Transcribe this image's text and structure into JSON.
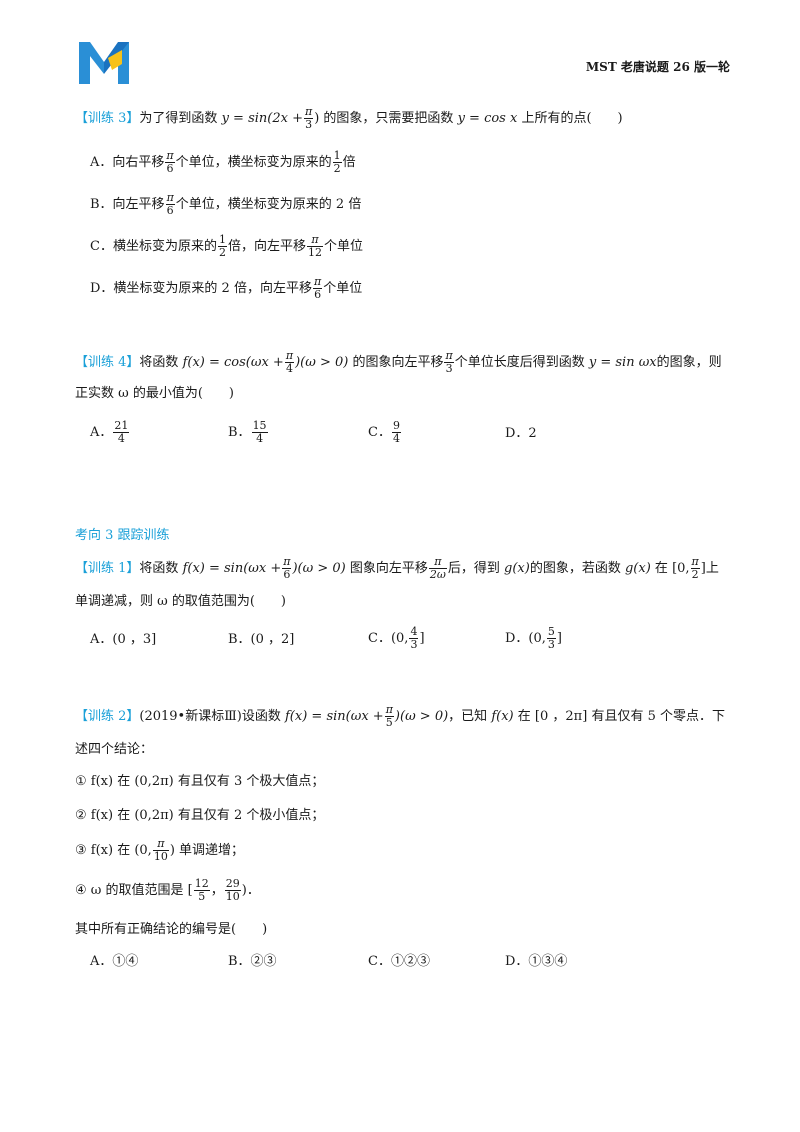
{
  "header": {
    "brand": "MST 老唐说题 26 版一轮"
  },
  "colors": {
    "accent": "#1aa0d8",
    "logo_blue": "#2a8fd6",
    "logo_yellow": "#f6c21a"
  },
  "q3": {
    "tag": "【训练 3】",
    "stem_a": "为了得到函数",
    "stem_b": "的图象，只需要把函数",
    "stem_c": "上所有的点(　　)",
    "fn1": "y = sin(2x +",
    "fn1_end": ")",
    "pi": "π",
    "three": "3",
    "fn2": "y = cos x",
    "opts": [
      {
        "a": "A．向右平移",
        "frac": [
          "π",
          "6"
        ],
        "b": "个单位，横坐标变为原来的",
        "frac2": [
          "1",
          "2"
        ],
        "c": "倍"
      },
      {
        "a": "B．向左平移",
        "frac": [
          "π",
          "6"
        ],
        "b": "个单位，横坐标变为原来的 2 倍"
      },
      {
        "a": "C．横坐标变为原来的",
        "frac": [
          "1",
          "2"
        ],
        "b": "倍，向左平移",
        "frac2": [
          "π",
          "12"
        ],
        "c": "个单位"
      },
      {
        "a": "D．横坐标变为原来的 2 倍，向左平移",
        "frac": [
          "π",
          "6"
        ],
        "b": "个单位"
      }
    ]
  },
  "q4": {
    "tag": "【训练 4】",
    "s1": "将函数",
    "fx": "f(x) = cos(ωx +",
    "pi": "π",
    "four": "4",
    "cond": ")(ω > 0)",
    "s2": "的图象向左平移",
    "three": "3",
    "s3": "个单位长度后得到函数",
    "fy": "y = sin ωx",
    "s4": "的图象，则",
    "line2": "正实数 ω 的最小值为(　　)",
    "opts": [
      {
        "label": "A．",
        "n": "21",
        "d": "4"
      },
      {
        "label": "B．",
        "n": "15",
        "d": "4"
      },
      {
        "label": "C．",
        "n": "9",
        "d": "4"
      },
      {
        "label": "D．2"
      }
    ]
  },
  "section": {
    "title": "考向 3  跟踪训练"
  },
  "t1": {
    "tag": "【训练 1】",
    "s1": "将函数",
    "fx": "f(x) = sin(ωx +",
    "pi": "π",
    "six": "6",
    "cond": ")(ω > 0)",
    "s2": "图象向左平移",
    "two_w": "2ω",
    "s3": "后，得到",
    "gx": "g(x)",
    "s4": "的图象，若函数",
    "gx2": "g(x)",
    "s5": "在",
    "int_a": "[0,",
    "two": "2",
    "int_b": "]",
    "s6": "上",
    "line2": "单调递减，则 ω 的取值范围为(　　)",
    "opts": [
      {
        "text": "A．(0 ，3]"
      },
      {
        "text": "B．(0 ，2]"
      },
      {
        "label": "C．(0,",
        "n": "4",
        "d": "3",
        "end": "]"
      },
      {
        "label": "D．(0,",
        "n": "5",
        "d": "3",
        "end": "]"
      }
    ]
  },
  "t2": {
    "tag": "【训练 2】",
    "src": "(2019•新课标Ⅲ)",
    "s1": "设函数",
    "fx": "f(x) = sin(ωx +",
    "pi": "π",
    "five": "5",
    "cond": ")(ω > 0)",
    "s2": "，已知",
    "fx2": "f(x)",
    "s3": "在",
    "interval": "[0 ，2π]",
    "s4": "有且仅有 5 个零点．下",
    "line2": "述四个结论：",
    "c1": "① f(x) 在 (0,2π) 有且仅有 3 个极大值点；",
    "c2": "② f(x) 在 (0,2π) 有且仅有 2 个极小值点；",
    "c3_a": "③ f(x) 在 (0,",
    "c3_n": "π",
    "c3_d": "10",
    "c3_b": ") 单调递增；",
    "c4_a": "④ ω 的取值范围是 [",
    "c4_n1": "12",
    "c4_d1": "5",
    "c4_mid": "，",
    "c4_n2": "29",
    "c4_d2": "10",
    "c4_b": ")．",
    "ask": "其中所有正确结论的编号是(　　)",
    "opts": [
      "A．①④",
      "B．②③",
      "C．①②③",
      "D．①③④"
    ]
  }
}
